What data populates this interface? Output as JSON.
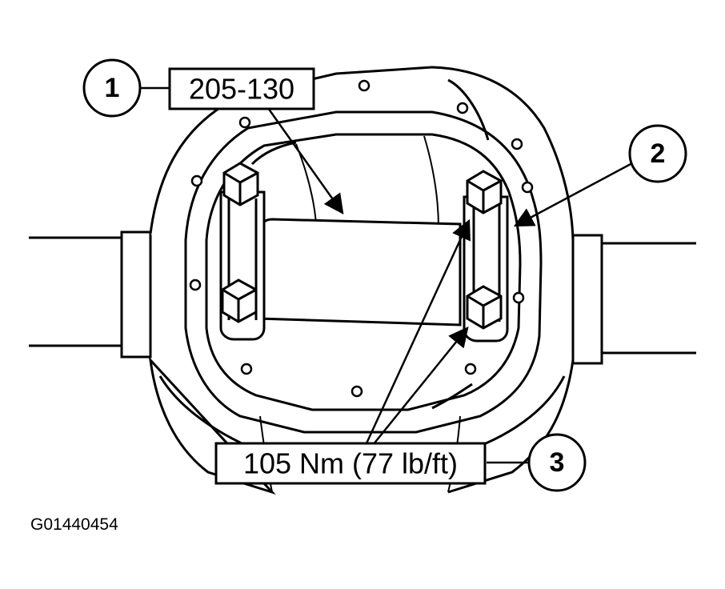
{
  "colors": {
    "ink": "#000000",
    "paper": "#ffffff"
  },
  "callouts": {
    "c1": {
      "number": "1",
      "label": "205-130"
    },
    "c2": {
      "number": "2"
    },
    "c3": {
      "number": "3",
      "label": "105 Nm (77 lb/ft)"
    }
  },
  "figure_id": "G01440454"
}
